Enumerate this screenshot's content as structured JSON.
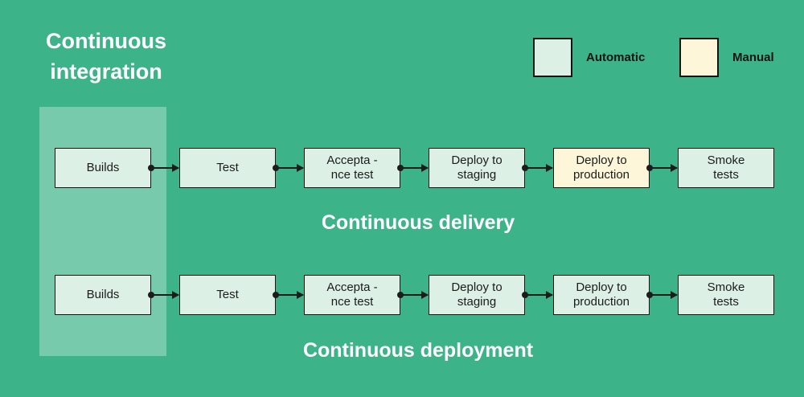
{
  "title": {
    "text": "Continuous\nintegration"
  },
  "legend": {
    "items": [
      {
        "label": "Automatic",
        "type": "automatic",
        "swatch_color": "#dcf0e6"
      },
      {
        "label": "Manual",
        "type": "manual",
        "swatch_color": "#fdf6d8"
      }
    ]
  },
  "colors": {
    "background": "#3db389",
    "highlight_band": "rgba(255,255,255,0.30)",
    "automatic_fill": "#dcf0e6",
    "manual_fill": "#fdf6d8",
    "box_border": "#141414",
    "box_text": "#1c1c1c",
    "arrow": "#1c1c1c",
    "heading_text": "#ffffff"
  },
  "pipelines": [
    {
      "label": "Continuous delivery",
      "stages": [
        {
          "label": "Builds",
          "type": "automatic"
        },
        {
          "label": "Test",
          "type": "automatic"
        },
        {
          "label": "Accepta -\nnce test",
          "type": "automatic"
        },
        {
          "label": "Deploy to\nstaging",
          "type": "automatic"
        },
        {
          "label": "Deploy to\nproduction",
          "type": "manual"
        },
        {
          "label": "Smoke\ntests",
          "type": "automatic"
        }
      ]
    },
    {
      "label": "Continuous deployment",
      "stages": [
        {
          "label": "Builds",
          "type": "automatic"
        },
        {
          "label": "Test",
          "type": "automatic"
        },
        {
          "label": "Accepta -\nnce test",
          "type": "automatic"
        },
        {
          "label": "Deploy to\nstaging",
          "type": "automatic"
        },
        {
          "label": "Deploy to\nproduction",
          "type": "automatic"
        },
        {
          "label": "Smoke\ntests",
          "type": "automatic"
        }
      ]
    }
  ]
}
